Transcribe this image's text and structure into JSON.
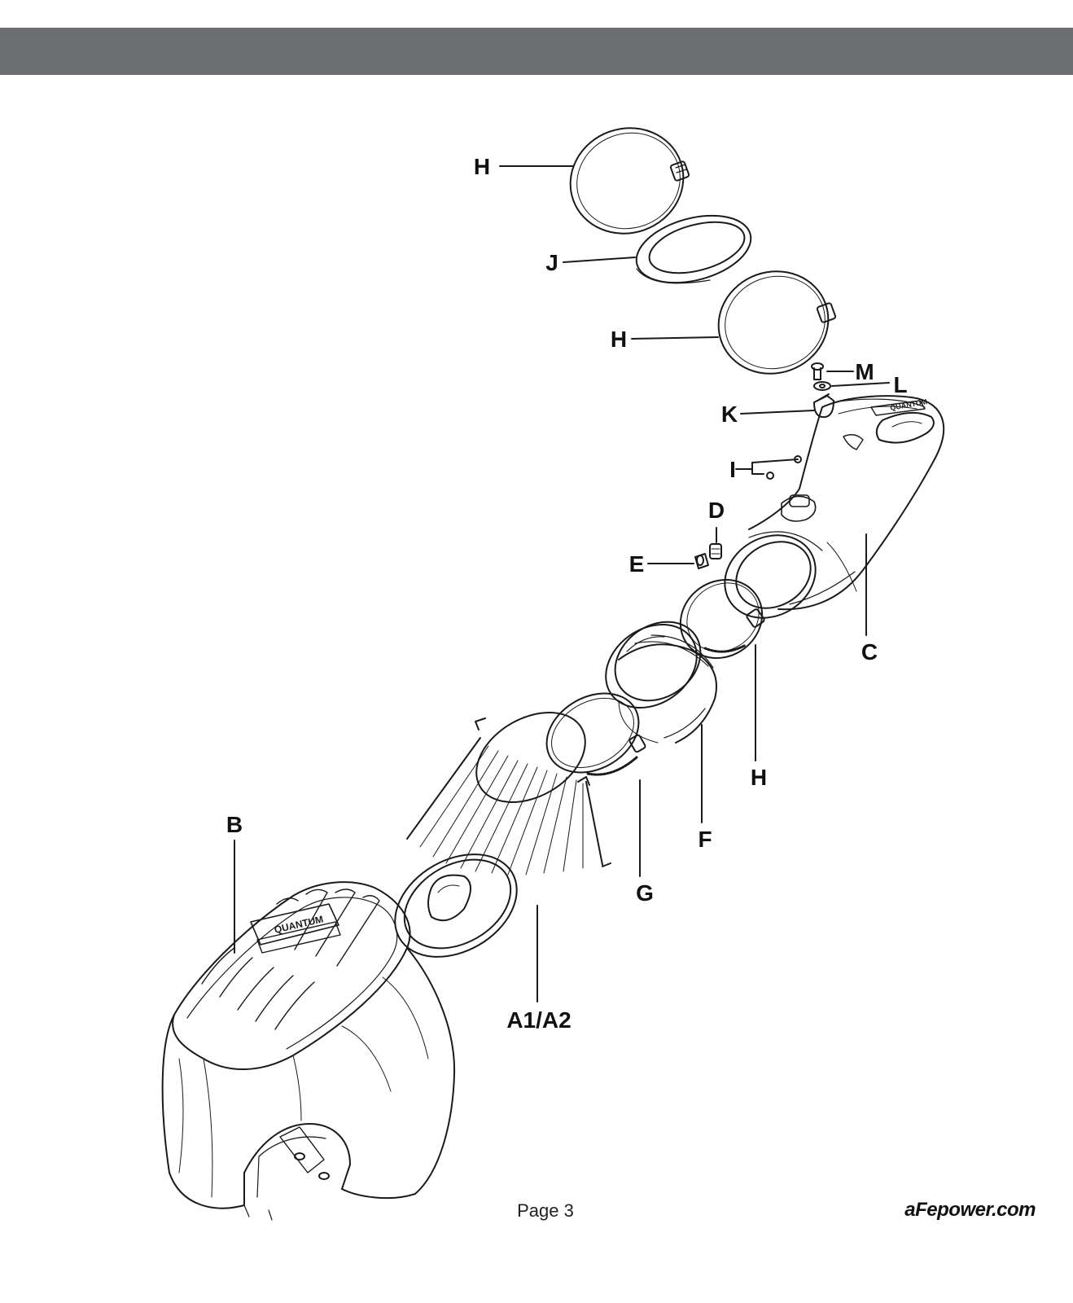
{
  "colors": {
    "header_band": "#6d6e71",
    "line": "#1a1a1a"
  },
  "callouts": {
    "h_top": "H",
    "j": "J",
    "h_mid": "H",
    "m": "M",
    "l": "L",
    "k": "K",
    "i": "I",
    "d": "D",
    "e": "E",
    "c": "C",
    "h_low": "H",
    "f": "F",
    "g": "G",
    "b": "B",
    "a": "A1/A2"
  },
  "footer": {
    "page": "Page 3",
    "site": "aFepower.com"
  },
  "logos": {
    "brand": "QUANTUM"
  }
}
